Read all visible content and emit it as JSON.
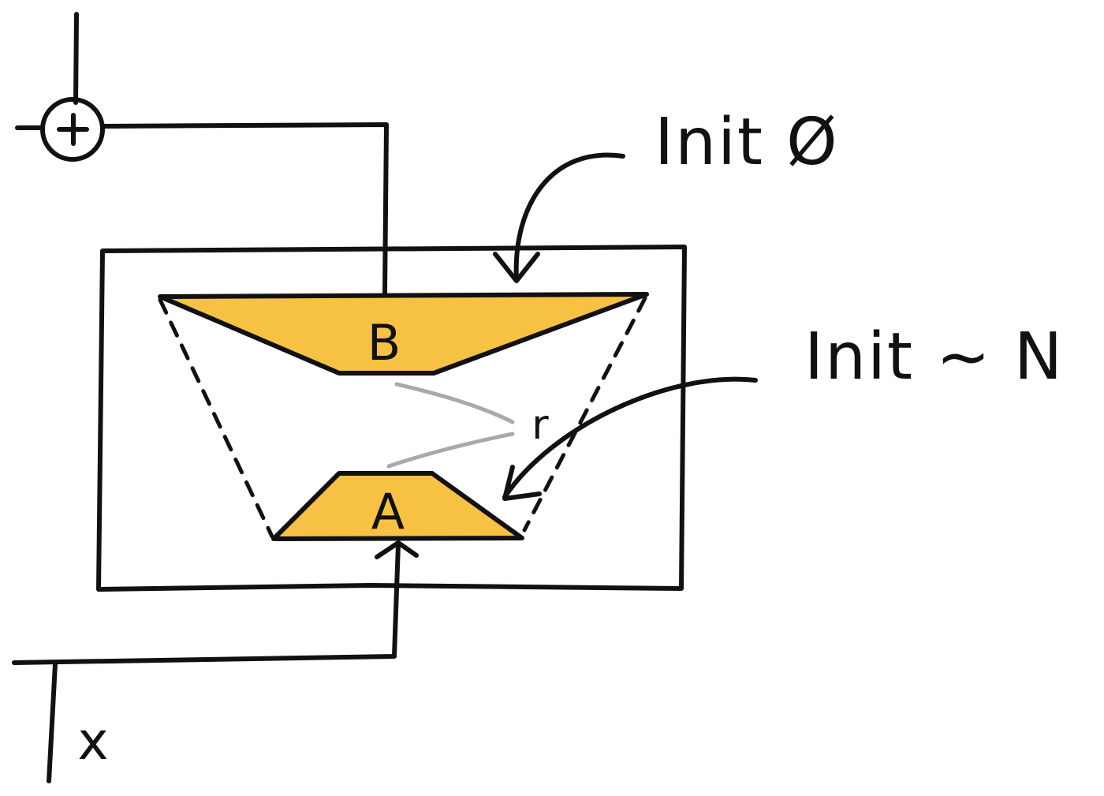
{
  "diagram": {
    "labels": {
      "matrix_b": "B",
      "matrix_a": "A",
      "rank": "r",
      "input": "x",
      "init_b": "Init Ø",
      "init_a": "Init ~ N",
      "sum": "+"
    },
    "colors": {
      "matrix_fill": "#F7C143",
      "ink": "#111111",
      "rank_line": "#A9A9A9",
      "background": "#FFFFFF"
    }
  }
}
